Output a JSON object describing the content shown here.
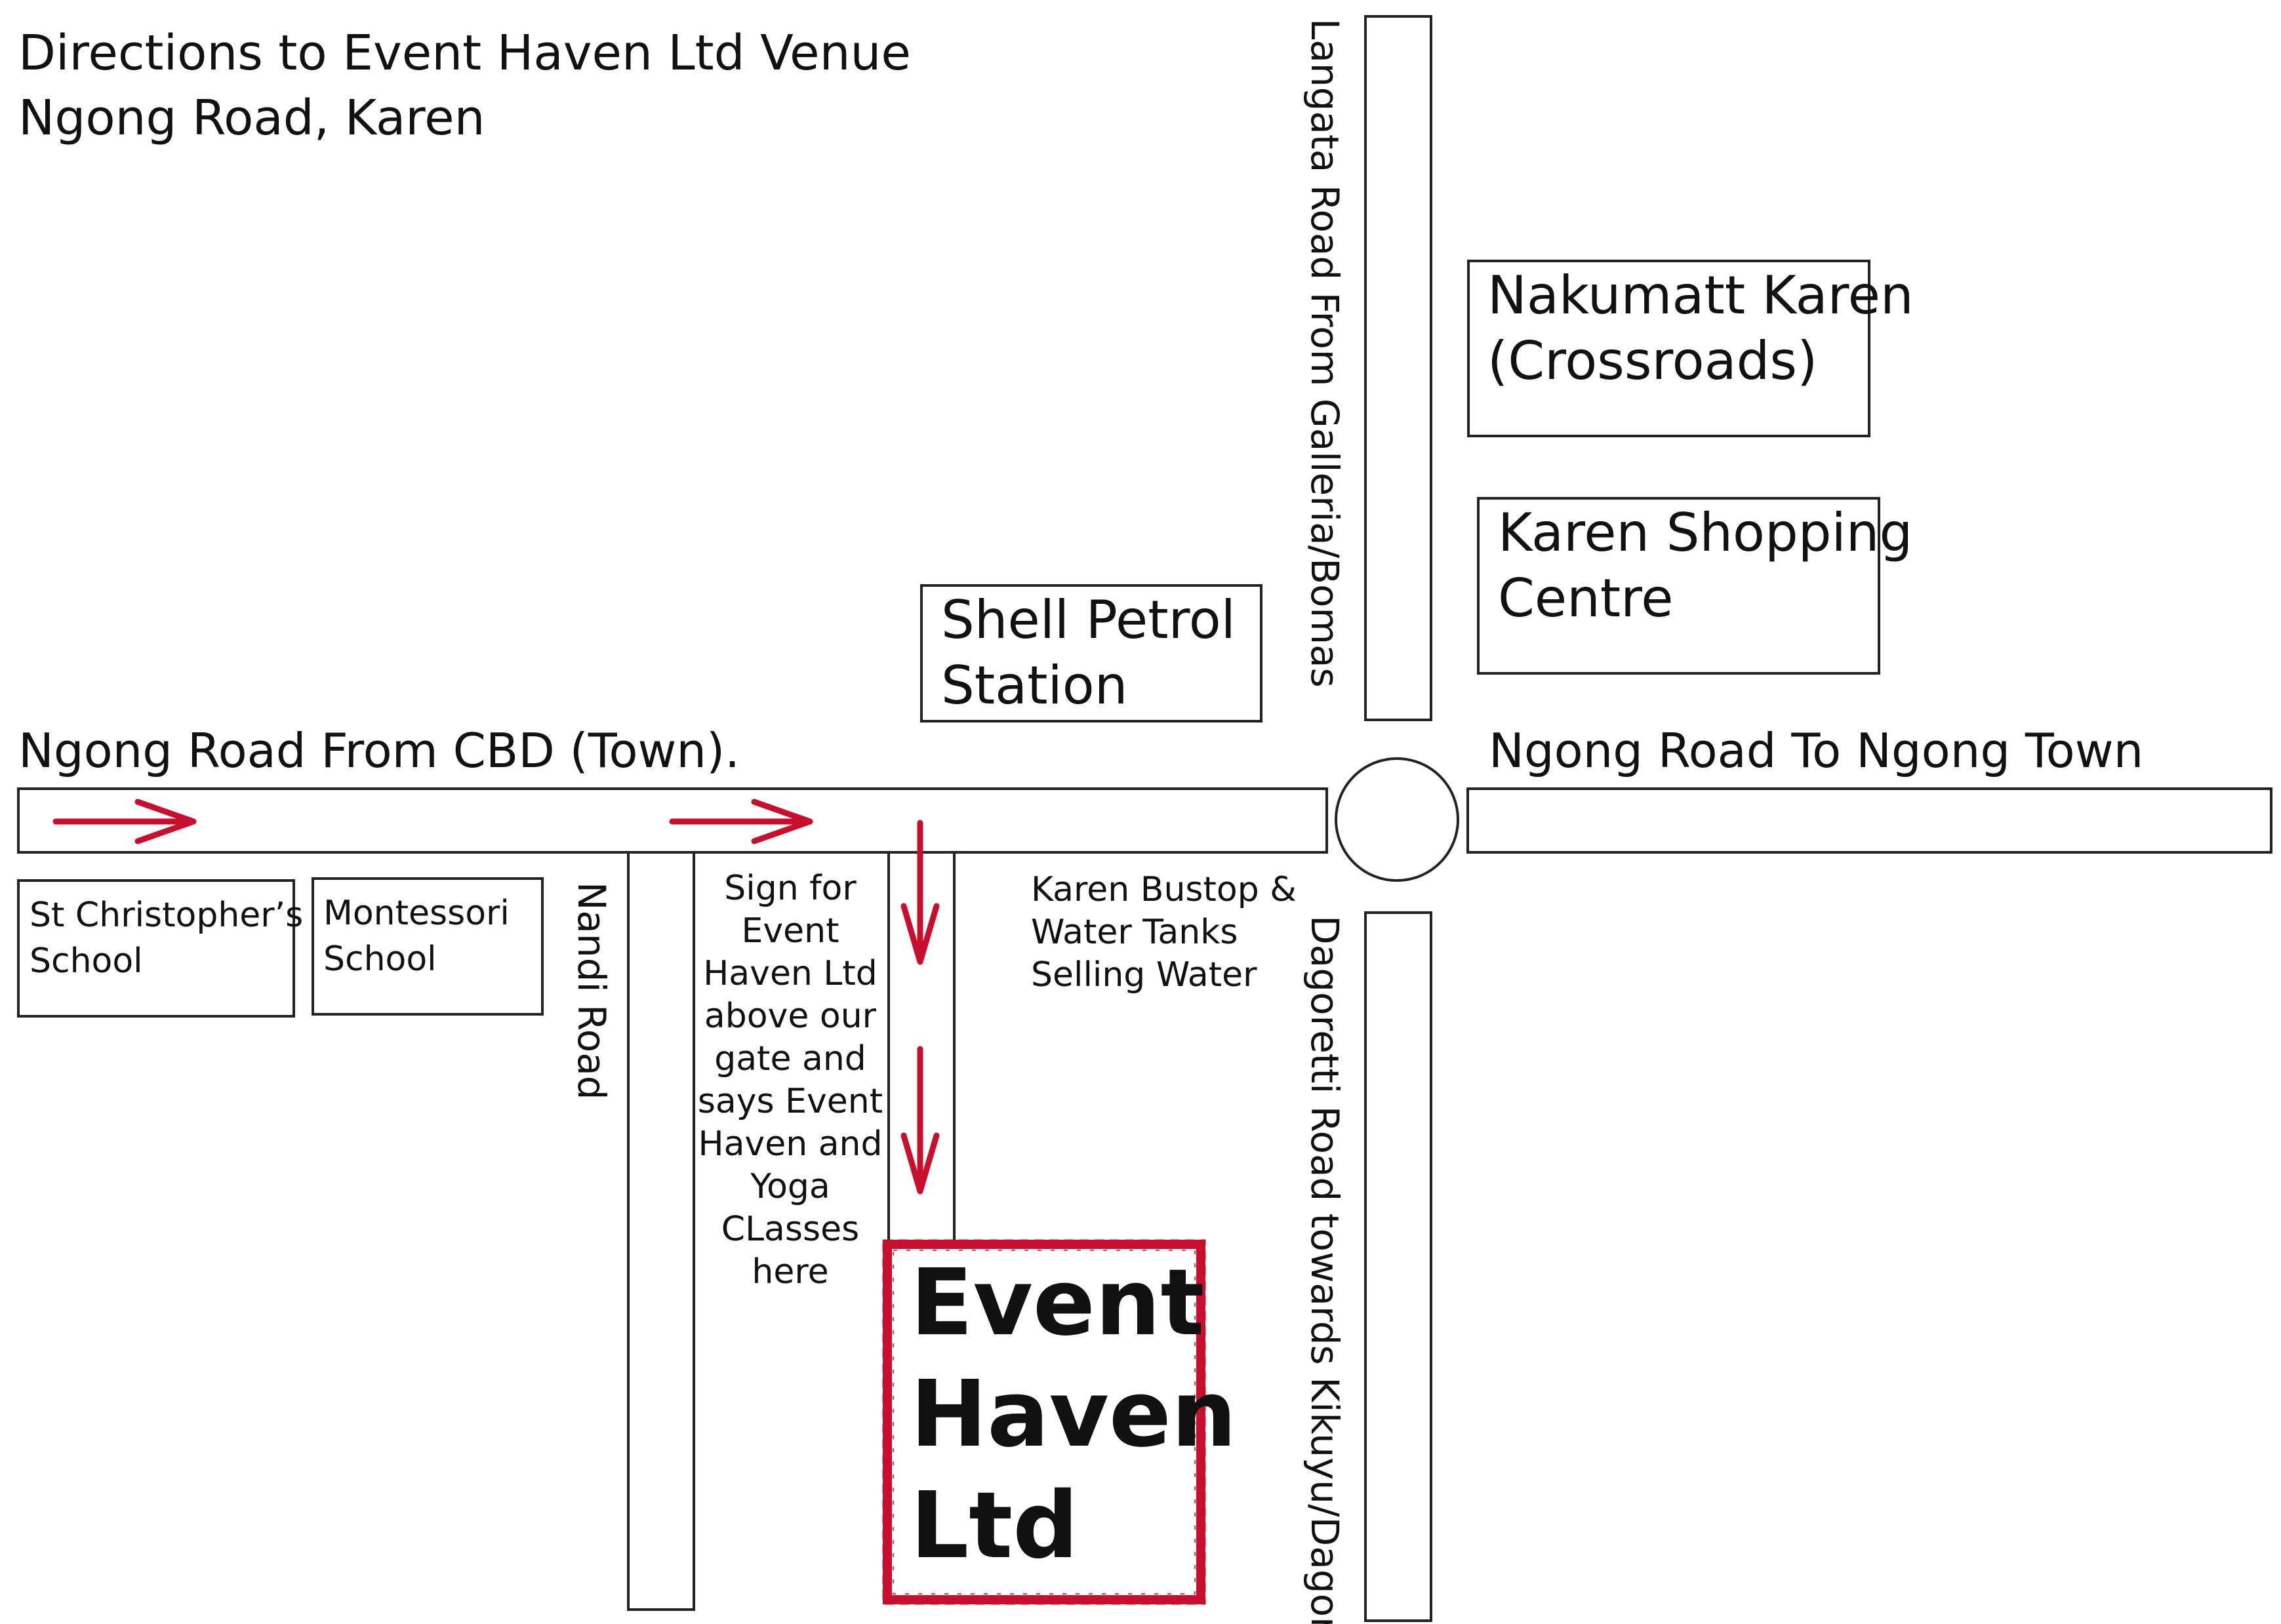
{
  "title": {
    "line1": "Directions to Event Haven Ltd Venue",
    "line2": "Ngong Road, Karen"
  },
  "roads": {
    "ngong_from_cbd": "Ngong Road From CBD (Town).",
    "ngong_to_ngong_town": "Ngong Road To Ngong Town",
    "langata": "Langata Road From Galleria/Bomas",
    "dagoretti": "Dagoretti Road towards Kikuyu/Dagoretti",
    "nandi": "Nandi Road"
  },
  "landmarks": {
    "nakumatt": [
      "Nakumatt Karen",
      "(Crossroads)"
    ],
    "karen_shopping": [
      "Karen Shopping",
      "Centre"
    ],
    "shell": [
      "Shell Petrol",
      "Station"
    ],
    "st_christophers": [
      "St Christopher’s",
      "School"
    ],
    "montessori": [
      "Montessori",
      "School"
    ],
    "bustop": [
      "Karen Bustop &",
      "Water Tanks",
      "Selling Water"
    ]
  },
  "sign_note": [
    "Sign for",
    "Event",
    "Haven Ltd",
    "above our",
    "gate and",
    "says Event",
    "Haven and",
    "Yoga",
    "CLasses",
    "here"
  ],
  "venue": {
    "lines": [
      "Event",
      "Haven",
      "Ltd"
    ],
    "color": "#c8102e"
  },
  "colors": {
    "route_arrows": "#c8102e",
    "outline": "#222222"
  }
}
